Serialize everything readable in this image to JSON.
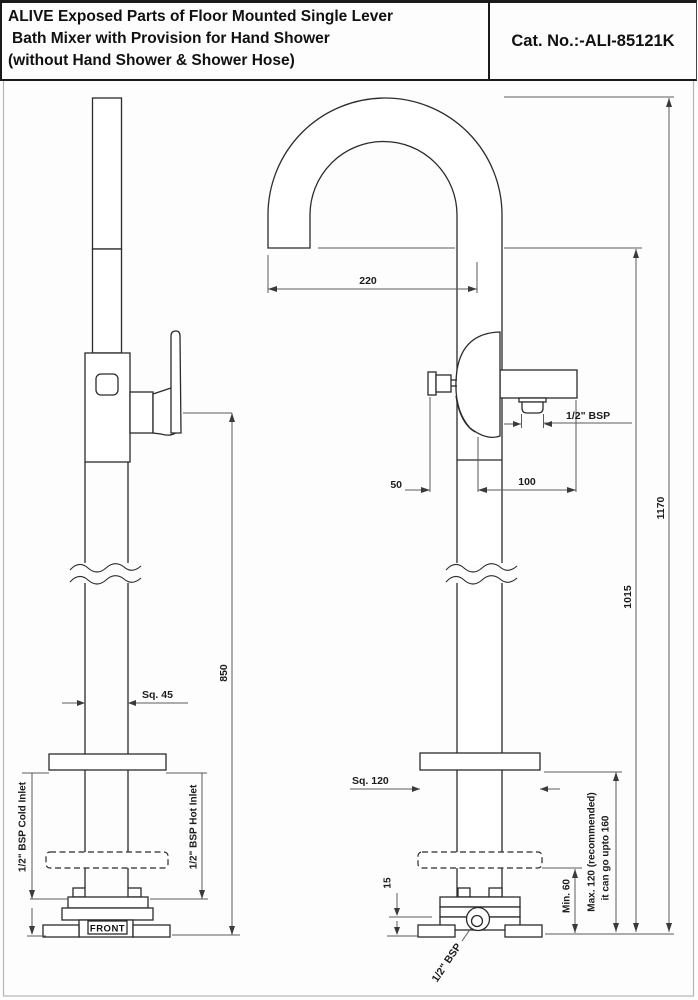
{
  "title_block": {
    "title_line1": "ALIVE Exposed Parts of Floor Mounted Single Lever",
    "title_line2": "Bath Mixer with Provision for Hand Shower",
    "title_line3": "(without Hand Shower & Shower Hose)",
    "catalog_no": "Cat. No.:-ALI-85121K"
  },
  "side_view": {
    "front_label": "FRONT",
    "dims": {
      "height_to_handle": "850",
      "column_square": "Sq. 45",
      "cold_inlet": "1/2\" BSP Cold Inlet",
      "hot_inlet": "1/2\" BSP Hot Inlet"
    }
  },
  "front_view": {
    "dims": {
      "spout_reach": "220",
      "knob_offset": "50",
      "spout_offset": "100",
      "hand_shower_outlet": "1/2\" BSP",
      "total_height": "1170",
      "spout_height": "1015",
      "flange_square": "Sq. 120",
      "base_plate_height": "15",
      "min_height": "Min. 60",
      "max_height_line1": "Max. 120 (recommended)",
      "max_height_line2": "it can go upto 160",
      "inlet_connection": "1/2\" BSP"
    }
  },
  "colors": {
    "outline": "#2b2b2b",
    "dim_line": "#5a5a5a",
    "background": "#fdfdfd"
  }
}
